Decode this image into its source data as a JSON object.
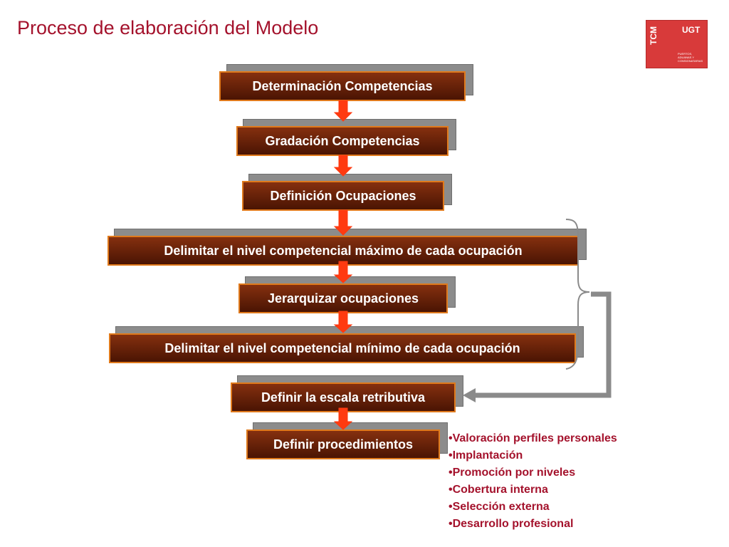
{
  "title": "Proceso de elaboración del Modelo",
  "logo": {
    "tcm": "TCM",
    "ugt": "UGT",
    "sub": "PUERTOS, ADUANAS Y CONSIGNATARIAS"
  },
  "steps": [
    "Determinación Competencias",
    "Gradación Competencias",
    "Definición Ocupaciones",
    "Delimitar el nivel competencial máximo de cada ocupación",
    "Jerarquizar ocupaciones",
    "Delimitar el nivel competencial mínimo de cada ocupación",
    "Definir la escala retributiva",
    "Definir procedimientos"
  ],
  "bullets": [
    "•Valoración perfiles personales",
    "•Implantación",
    "•Promoción por niveles",
    "•Cobertura interna",
    "•Selección externa",
    "•Desarrollo profesional"
  ],
  "colors": {
    "title": "#a4122c",
    "box_fill": "#6b2209",
    "box_border": "#e07a1c",
    "arrow": "#ff3a10",
    "shadow": "#8c8c8c"
  }
}
